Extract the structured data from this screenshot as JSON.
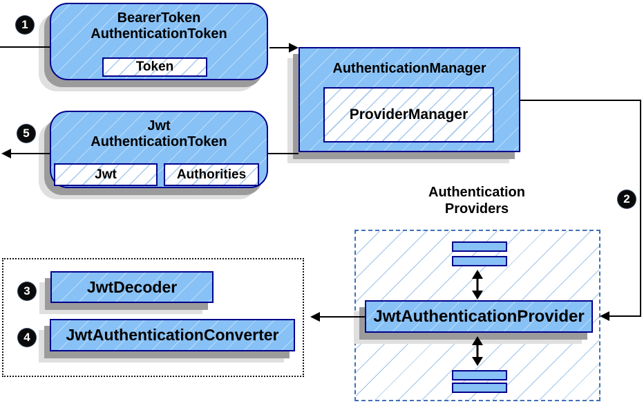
{
  "colors": {
    "box-fill": "#87C1F6",
    "box-border": "#00008B",
    "chip-hatch": "#A3C9EE",
    "providers-hatch": "#9CC2E8",
    "providers-border": "#3F6FB5",
    "shadow-dark": "#9B9B9B",
    "shadow-light": "#DFDFDF",
    "arrow": "#000000",
    "badge-bg": "#0A0A0A",
    "badge-text": "#FFFFFF"
  },
  "badges": {
    "step1": "1",
    "step2": "2",
    "step3": "3",
    "step4": "4",
    "step5": "5"
  },
  "bearer_token": {
    "title1": "BearerToken",
    "title2": "AuthenticationToken",
    "chip": "Token"
  },
  "jwt_token": {
    "title1": "Jwt",
    "title2": "AuthenticationToken",
    "chip_jwt": "Jwt",
    "chip_authorities": "Authorities"
  },
  "authentication_manager": {
    "title": "AuthenticationManager",
    "chip": "ProviderManager"
  },
  "providers": {
    "heading1": "Authentication",
    "heading2": "Providers",
    "provider": "JwtAuthenticationProvider"
  },
  "resolvers": {
    "decoder": "JwtDecoder",
    "converter": "JwtAuthenticationConverter"
  }
}
